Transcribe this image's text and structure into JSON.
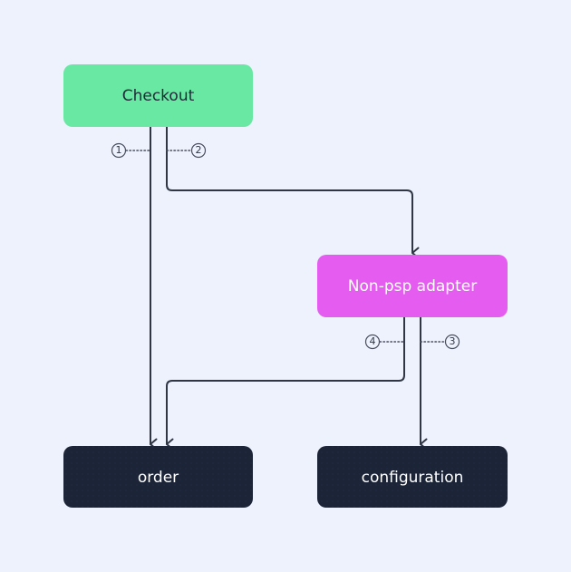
{
  "colors": {
    "background": "#eef2fc",
    "edge": "#2f3645",
    "leader": "#4a5060",
    "badge_stroke": "#4a5060",
    "badge_fill": "#eef2fc"
  },
  "nodes": {
    "checkout": {
      "label": "Checkout",
      "fill": "#69e8a3",
      "text_color": "#1f2937"
    },
    "non_psp_adapter": {
      "label": "Non-psp adapter",
      "fill": "#e45cf0",
      "text_color": "#ffffff"
    },
    "order": {
      "label": "order",
      "fill": "#1c2538",
      "text_color": "#ffffff"
    },
    "configuration": {
      "label": "configuration",
      "fill": "#1c2538",
      "text_color": "#ffffff"
    }
  },
  "steps": [
    {
      "number": "1"
    },
    {
      "number": "2"
    },
    {
      "number": "3"
    },
    {
      "number": "4"
    }
  ]
}
